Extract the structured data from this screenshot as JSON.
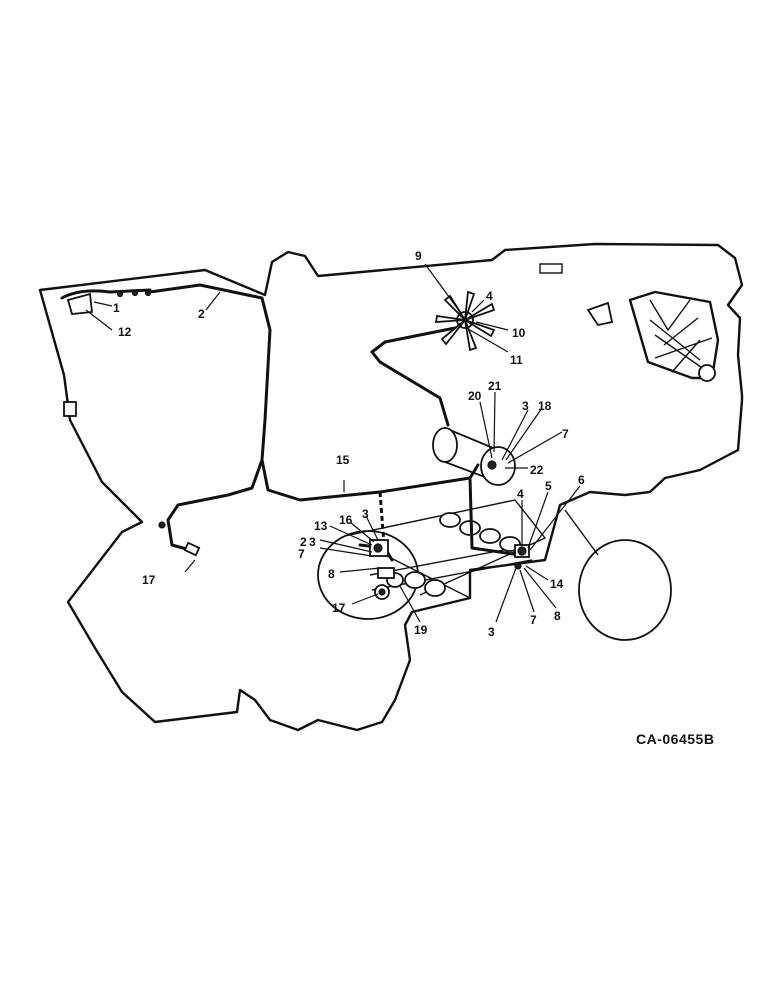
{
  "diagram": {
    "reference_code": "CA-06455B",
    "callouts": [
      "1",
      "12",
      "2",
      "9",
      "4",
      "10",
      "11",
      "20",
      "21",
      "3",
      "18",
      "7",
      "22",
      "15",
      "13",
      "16",
      "3",
      "2",
      "3",
      "7",
      "8",
      "17",
      "19",
      "17",
      "4",
      "5",
      "6",
      "14",
      "3",
      "7",
      "8"
    ]
  }
}
